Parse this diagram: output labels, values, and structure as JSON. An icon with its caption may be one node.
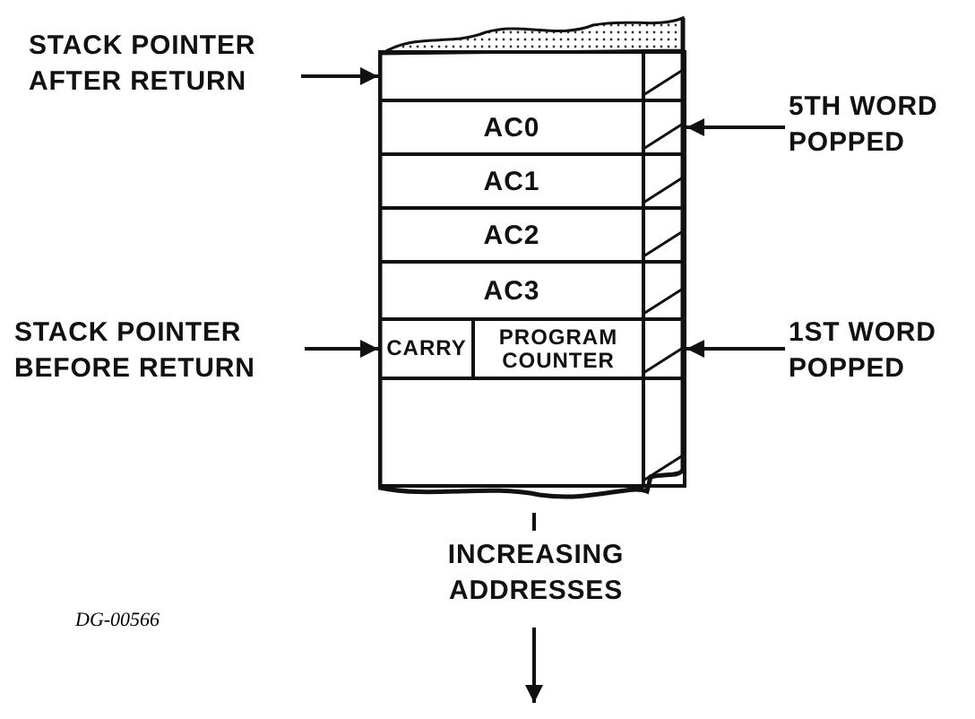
{
  "diagram": {
    "nodes": [
      {
        "text": [],
        "shape": "box"
      },
      {
        "text": [],
        "shape": "box",
        "in": 0
      },
      {
        "text": [
          "AC0"
        ],
        "in": 0
      },
      {
        "text": [
          "AC1"
        ],
        "in": 0
      },
      {
        "text": [
          "AC2"
        ],
        "in": 0
      },
      {
        "text": [
          "AC3"
        ],
        "in": 0
      },
      {
        "text": [
          "CARRY"
        ],
        "in": 0
      },
      {
        "text": [
          "PROGRAM COUNTER"
        ],
        "in": 0
      },
      {
        "text": [],
        "shape": "box",
        "in": 0
      },
      {
        "text": [
          "STACK POINTER AFTER RETURN"
        ]
      },
      {
        "text": [
          "5TH WORD POPPED"
        ]
      },
      {
        "text": [
          "STACK POINTER BEFORE RETURN"
        ]
      },
      {
        "text": [
          "1ST WORD POPPED"
        ]
      }
    ],
    "edges": [
      {
        "from": 9,
        "to": 1,
        "arrow": "to"
      },
      {
        "from": 10,
        "to": 2,
        "arrow": "to"
      },
      {
        "from": 11,
        "to": 6,
        "arrow": "to"
      },
      {
        "from": 12,
        "to": 7,
        "arrow": "to"
      }
    ],
    "labels": [
      "INCREASING ADDRESSES",
      "DG-00566"
    ]
  }
}
